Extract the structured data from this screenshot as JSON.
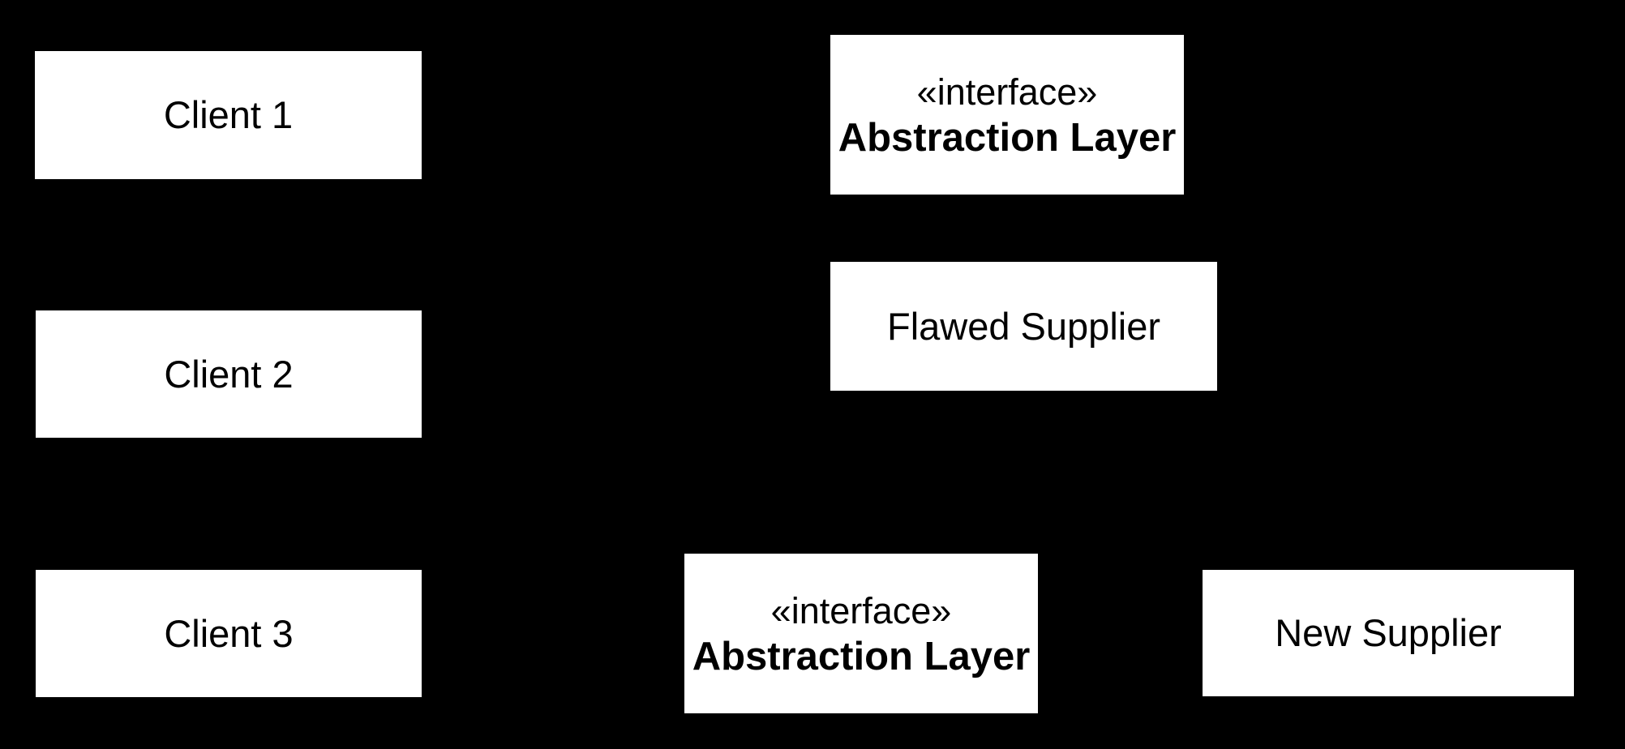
{
  "colors": {
    "background": "#000000",
    "node_fill": "#ffffff",
    "node_text": "#000000"
  },
  "nodes": {
    "client1": {
      "label": "Client 1"
    },
    "client2": {
      "label": "Client 2"
    },
    "client3": {
      "label": "Client 3"
    },
    "abstractionTop": {
      "stereotype": "«interface»",
      "label": "Abstraction Layer"
    },
    "flawedSupplier": {
      "label": "Flawed Supplier"
    },
    "abstractionBottom": {
      "stereotype": "«interface»",
      "label": "Abstraction Layer"
    },
    "newSupplier": {
      "label": "New Supplier"
    }
  }
}
